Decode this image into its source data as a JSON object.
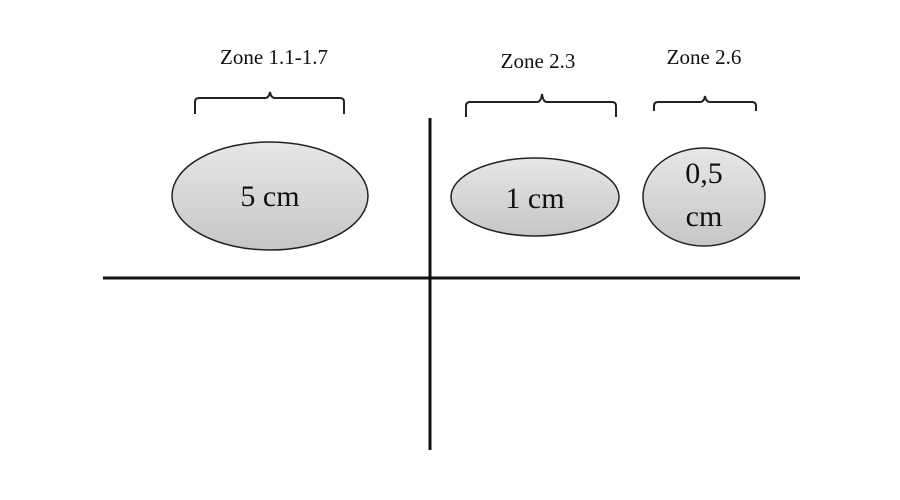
{
  "zones": [
    {
      "label": "Zone 1.1-1.7",
      "size_lines": [
        "5 cm"
      ]
    },
    {
      "label": "Zone 2.3",
      "size_lines": [
        "1 cm"
      ]
    },
    {
      "label": "Zone 2.6",
      "size_lines": [
        "0,5",
        "cm"
      ]
    }
  ],
  "colors": {
    "ellipse_fill_light": "#e7e7e7",
    "ellipse_fill_dark": "#c6c6c6",
    "stroke": "#222222",
    "axis": "#111111"
  }
}
